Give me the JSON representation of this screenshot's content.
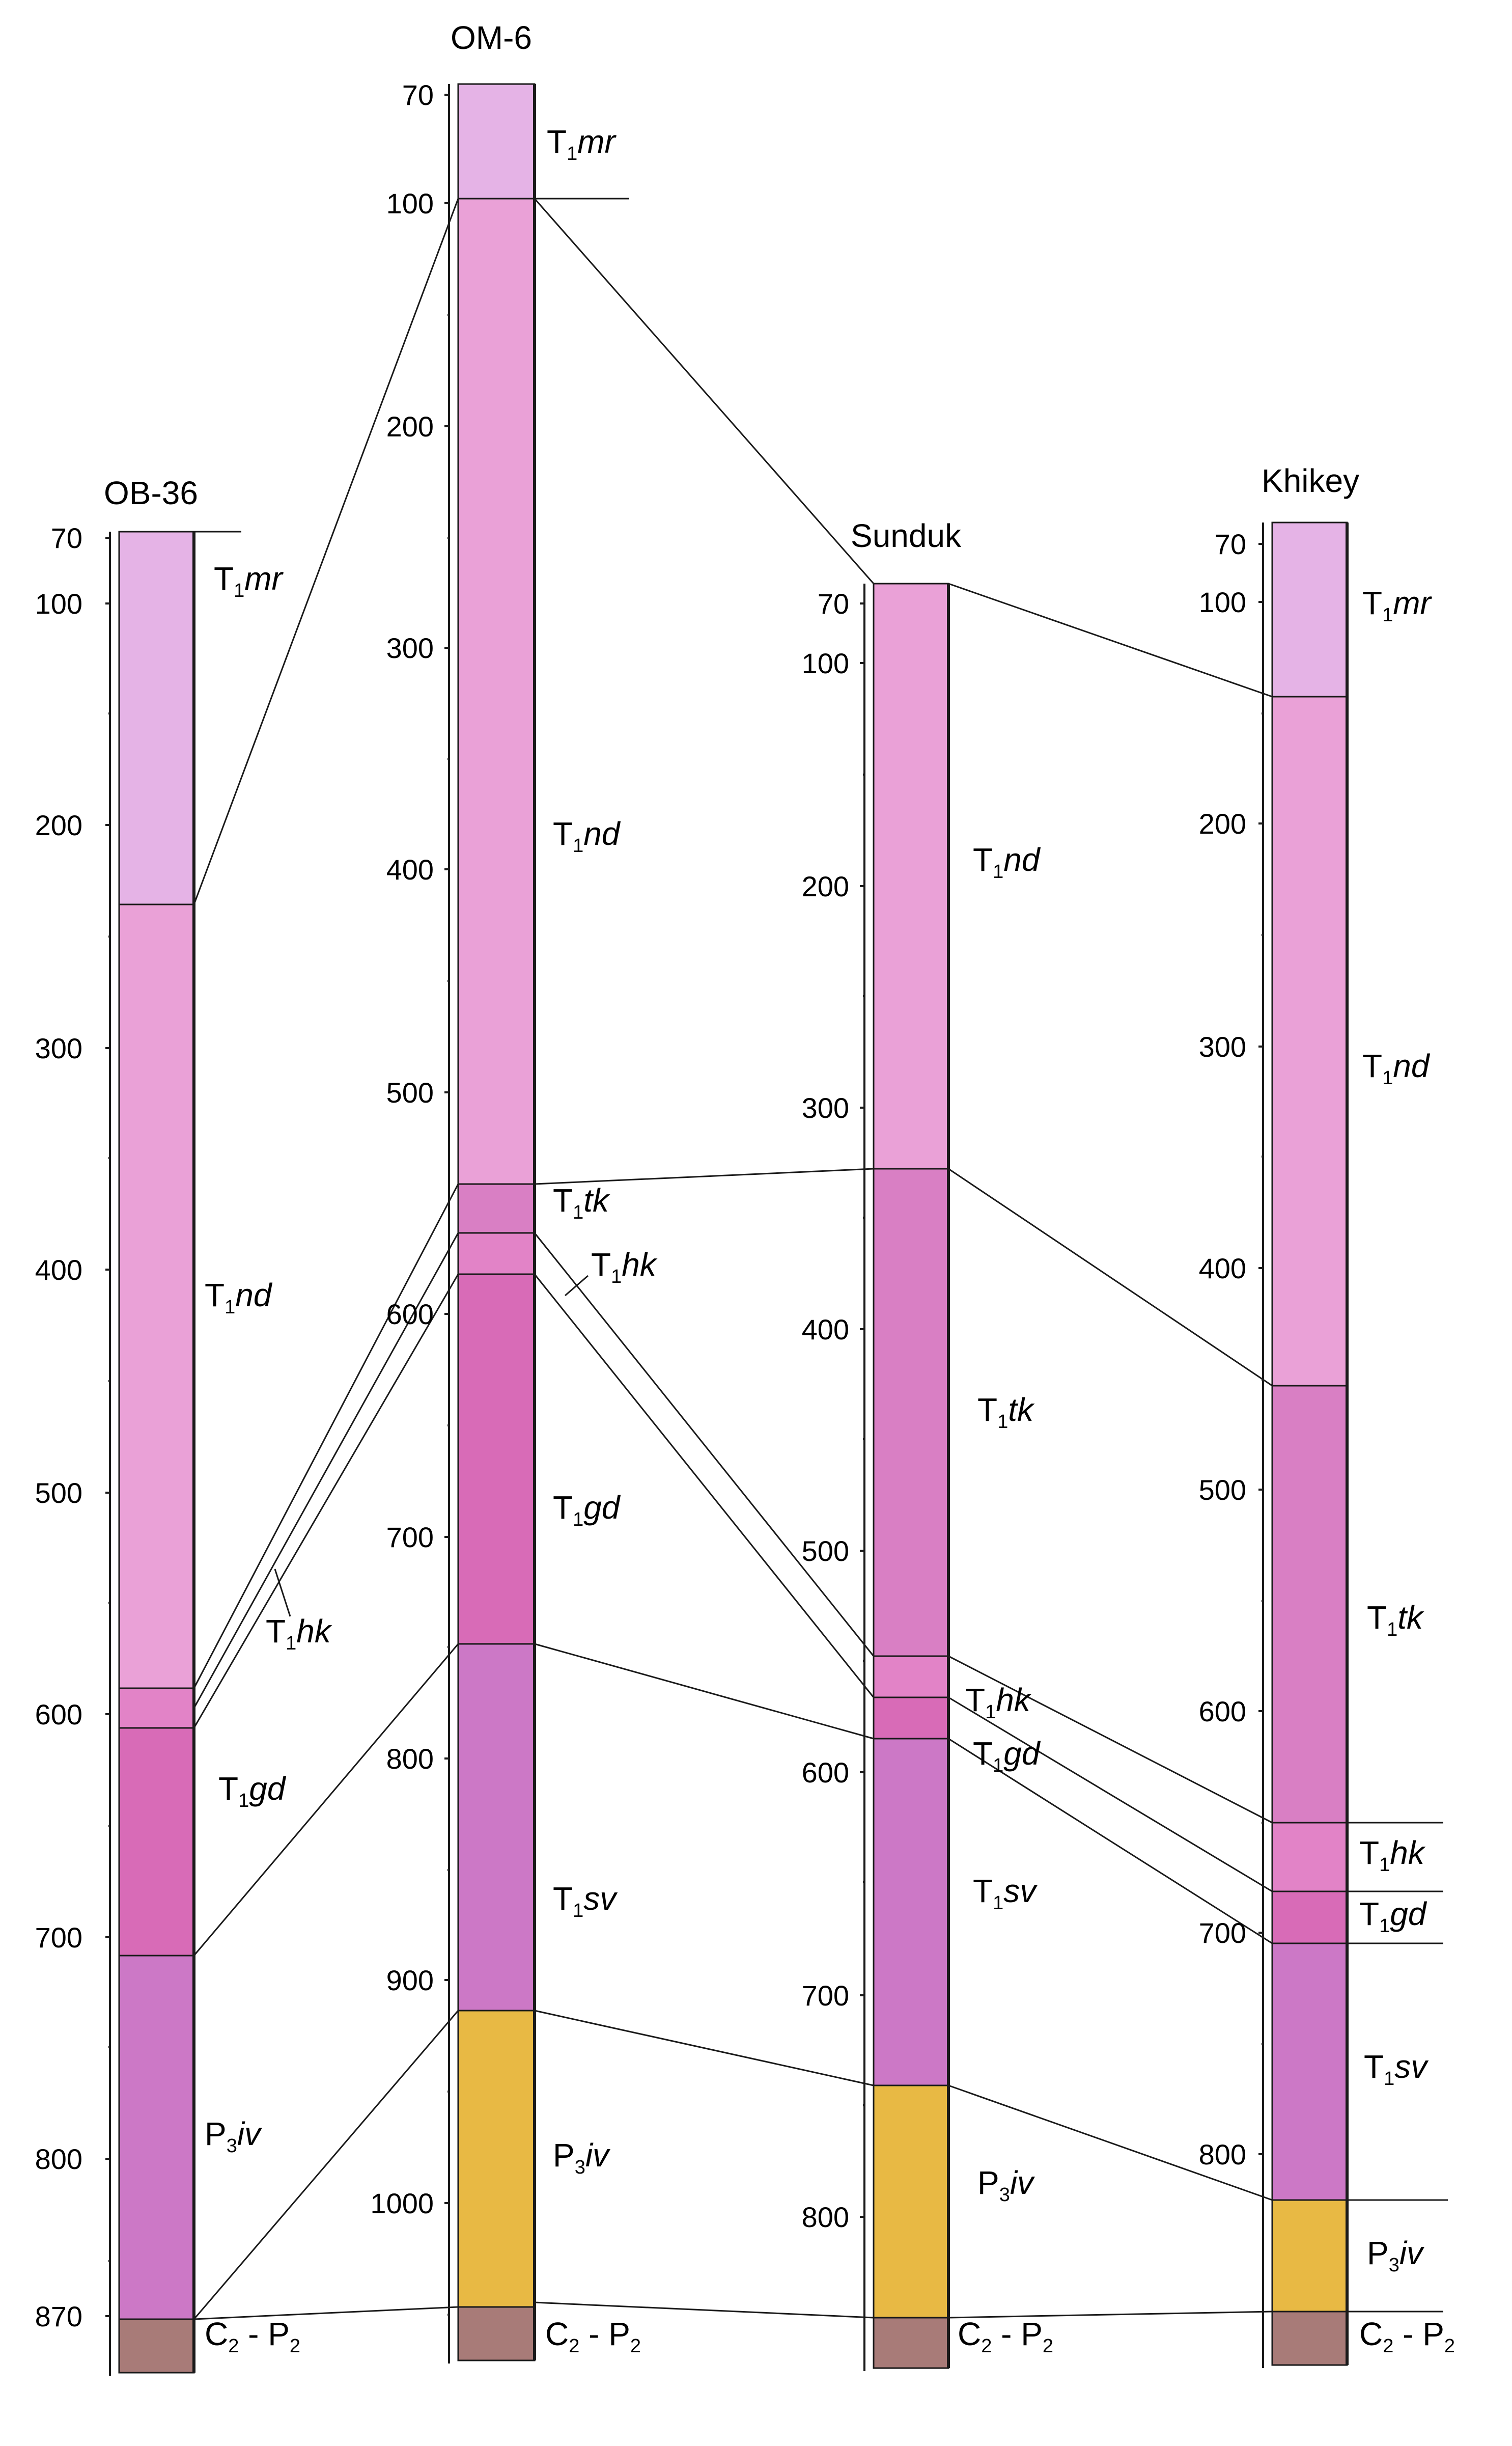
{
  "colors": {
    "T1mr": "#e5b3e6",
    "T1nd": "#eaa1d7",
    "T1tk": "#d97fc4",
    "T1hk": "#e283c7",
    "T1gd": "#d86bb7",
    "T1sv": "#cc78c6",
    "P3iv": "#e8b944",
    "C2P2": "#a87b78",
    "line": "#1a1a1a"
  },
  "wells": [
    {
      "name": "OB-36",
      "ticks": [
        "70",
        "100",
        "200",
        "300",
        "400",
        "500",
        "600",
        "700",
        "800",
        "870"
      ],
      "units": [
        {
          "main": "T",
          "sub": "1",
          "abbr": "mr",
          "color_key": "T1mr"
        },
        {
          "main": "T",
          "sub": "1",
          "abbr": "nd",
          "color_key": "T1nd"
        },
        {
          "main": "T",
          "sub": "1",
          "abbr": "hk",
          "color_key": "T1hk"
        },
        {
          "main": "T",
          "sub": "1",
          "abbr": "gd",
          "color_key": "T1gd"
        },
        {
          "main": "P",
          "sub": "3",
          "abbr": "iv",
          "color_key": "T1sv"
        },
        {
          "main": "C",
          "sub": "2",
          "mid": " - P",
          "sub2": "2",
          "abbr": "",
          "color_key": "C2P2"
        }
      ]
    },
    {
      "name": "OM-6",
      "ticks": [
        "70",
        "100",
        "200",
        "300",
        "400",
        "500",
        "600",
        "700",
        "800",
        "900",
        "1000"
      ],
      "units": [
        {
          "main": "T",
          "sub": "1",
          "abbr": "mr",
          "color_key": "T1mr"
        },
        {
          "main": "T",
          "sub": "1",
          "abbr": "nd",
          "color_key": "T1nd"
        },
        {
          "main": "T",
          "sub": "1",
          "abbr": "tk",
          "color_key": "T1tk"
        },
        {
          "main": "T",
          "sub": "1",
          "abbr": "hk",
          "color_key": "T1hk"
        },
        {
          "main": "T",
          "sub": "1",
          "abbr": "gd",
          "color_key": "T1gd"
        },
        {
          "main": "T",
          "sub": "1",
          "abbr": "sv",
          "color_key": "T1sv"
        },
        {
          "main": "P",
          "sub": "3",
          "abbr": "iv",
          "color_key": "P3iv"
        },
        {
          "main": "C",
          "sub": "2",
          "mid": " - P",
          "sub2": "2",
          "abbr": "",
          "color_key": "C2P2"
        }
      ]
    },
    {
      "name": "Sunduk",
      "ticks": [
        "70",
        "100",
        "200",
        "300",
        "400",
        "500",
        "600",
        "700",
        "800"
      ],
      "units": [
        {
          "main": "T",
          "sub": "1",
          "abbr": "nd",
          "color_key": "T1nd"
        },
        {
          "main": "T",
          "sub": "1",
          "abbr": "tk",
          "color_key": "T1tk"
        },
        {
          "main": "T",
          "sub": "1",
          "abbr": "hk",
          "color_key": "T1hk"
        },
        {
          "main": "T",
          "sub": "1",
          "abbr": "gd",
          "color_key": "T1gd"
        },
        {
          "main": "T",
          "sub": "1",
          "abbr": "sv",
          "color_key": "T1sv"
        },
        {
          "main": "P",
          "sub": "3",
          "abbr": "iv",
          "color_key": "P3iv"
        },
        {
          "main": "C",
          "sub": "2",
          "mid": " - P",
          "sub2": "2",
          "abbr": "",
          "color_key": "C2P2"
        }
      ]
    },
    {
      "name": "Khikey",
      "ticks": [
        "70",
        "100",
        "200",
        "300",
        "400",
        "500",
        "600",
        "700",
        "800"
      ],
      "units": [
        {
          "main": "T",
          "sub": "1",
          "abbr": "mr",
          "color_key": "T1mr"
        },
        {
          "main": "T",
          "sub": "1",
          "abbr": "nd",
          "color_key": "T1nd"
        },
        {
          "main": "T",
          "sub": "1",
          "abbr": "tk",
          "color_key": "T1tk"
        },
        {
          "main": "T",
          "sub": "1",
          "abbr": "hk",
          "color_key": "T1hk"
        },
        {
          "main": "T",
          "sub": "1",
          "abbr": "gd",
          "color_key": "T1gd"
        },
        {
          "main": "T",
          "sub": "1",
          "abbr": "sv",
          "color_key": "T1sv"
        },
        {
          "main": "P",
          "sub": "3",
          "abbr": "iv",
          "color_key": "P3iv"
        },
        {
          "main": "C",
          "sub": "2",
          "mid": " - P",
          "sub2": "2",
          "abbr": "",
          "color_key": "C2P2"
        }
      ]
    }
  ]
}
